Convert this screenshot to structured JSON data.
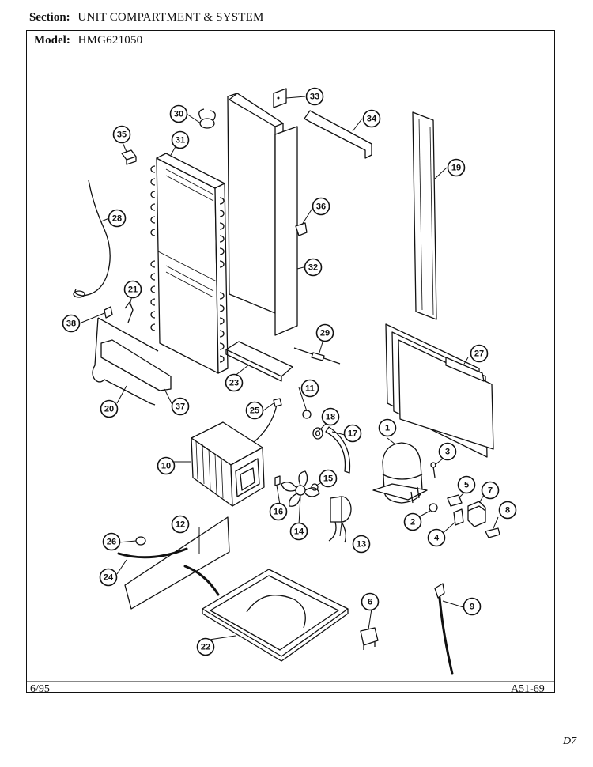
{
  "header": {
    "section_label": "Section:",
    "section_value": "UNIT COMPARTMENT & SYSTEM",
    "model_label": "Model:",
    "model_value": "HMG621050"
  },
  "footer": {
    "date": "6/95",
    "page_code": "A51-69"
  },
  "corner_mark": "D7",
  "callouts": [
    "1",
    "2",
    "3",
    "4",
    "5",
    "6",
    "7",
    "8",
    "9",
    "10",
    "11",
    "12",
    "13",
    "14",
    "15",
    "16",
    "17",
    "18",
    "19",
    "20",
    "21",
    "22",
    "23",
    "24",
    "25",
    "26",
    "27",
    "28",
    "29",
    "30",
    "31",
    "32",
    "33",
    "34",
    "35",
    "36",
    "37",
    "38"
  ]
}
